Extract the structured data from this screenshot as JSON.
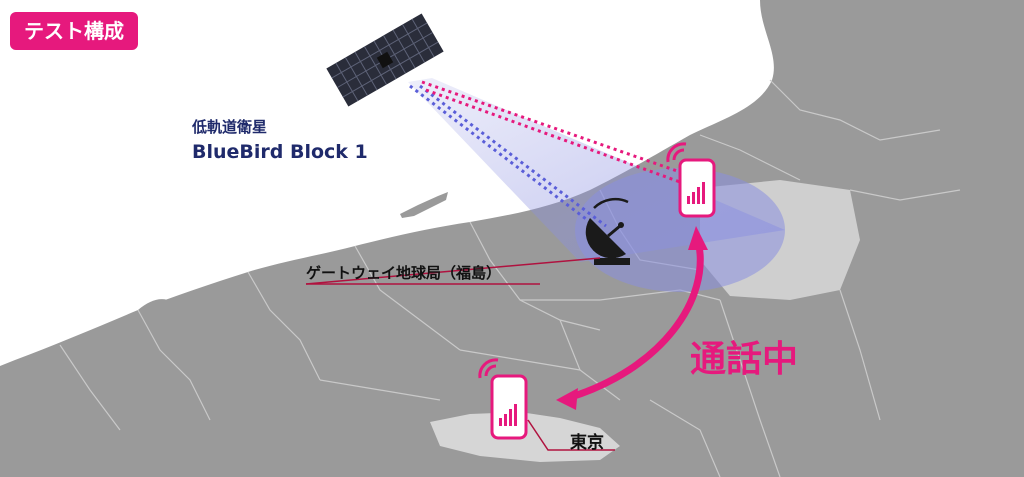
{
  "badge": {
    "label": "テスト構成"
  },
  "satellite": {
    "type_label": "低軌道衛星",
    "name_label": "BlueBird Block 1"
  },
  "gateway": {
    "label": "ゲートウェイ地球局（福島）"
  },
  "tokyo": {
    "label": "東京"
  },
  "call_status": {
    "label": "通話中"
  },
  "colors": {
    "accent": "#e6197d",
    "beam_blue": "#5a5ed8",
    "coverage": "#8a8fe0",
    "land": "#9a9a9a",
    "land_highlight": "#cfcfcf",
    "label_navy": "#1f2a6b",
    "background": "#ffffff"
  },
  "icons": {
    "satellite": "satellite-icon",
    "dish": "satellite-dish-icon",
    "phone": "smartphone-signal-icon"
  }
}
